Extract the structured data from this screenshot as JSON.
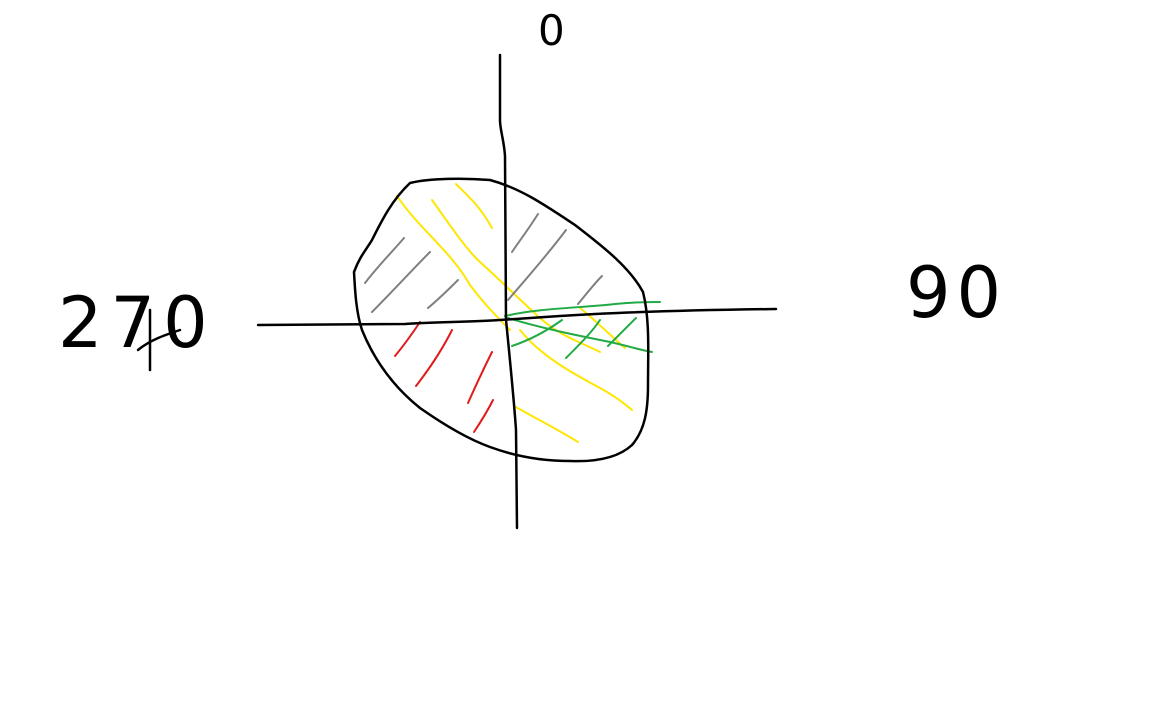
{
  "labels": {
    "top": "0",
    "left": "270",
    "right": "90"
  },
  "hatch_colors": {
    "outline": "#000000",
    "quadrant_upper_left": "#808080",
    "quadrant_lower_left": "#e01b1b",
    "quadrant_lower_right": "#22aa44",
    "diagonal_band": "#ffe600"
  }
}
